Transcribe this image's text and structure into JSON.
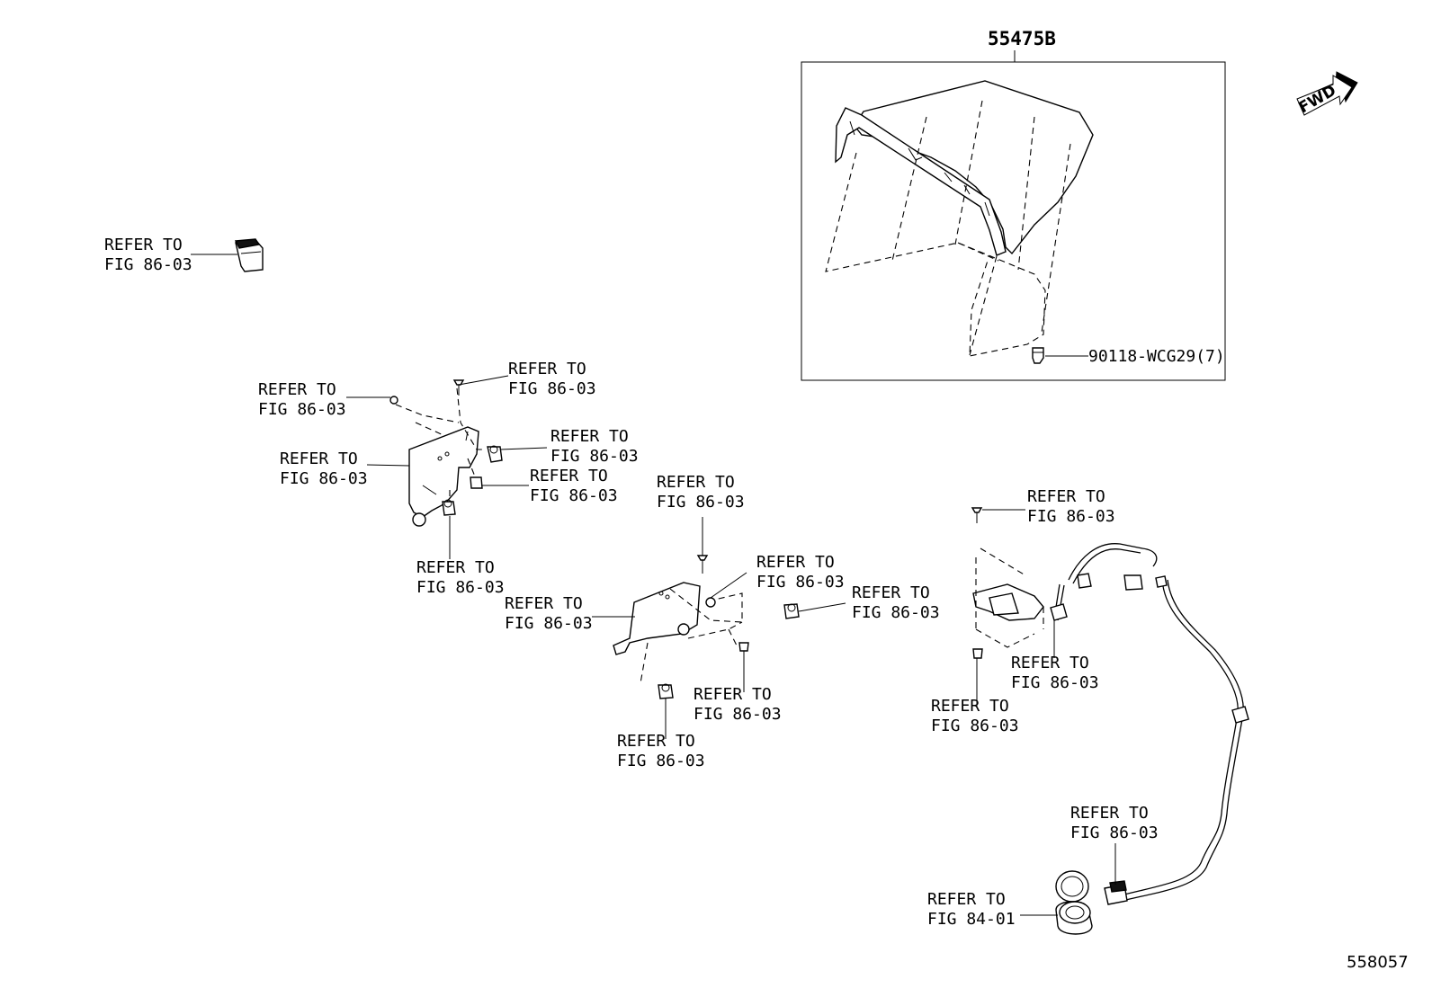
{
  "top_part_number": "55475B",
  "fastener_part_number": "90118-WCG29(7)",
  "figure_id": "558057",
  "fwd_label": "FWD",
  "callouts": [
    {
      "l1": "REFER TO",
      "l2": "FIG 86-03"
    },
    {
      "l1": "REFER TO",
      "l2": "FIG 86-03"
    },
    {
      "l1": "REFER TO",
      "l2": "FIG 86-03"
    },
    {
      "l1": "REFER TO",
      "l2": "FIG 86-03"
    },
    {
      "l1": "REFER TO",
      "l2": "FIG 86-03"
    },
    {
      "l1": "REFER TO",
      "l2": "FIG 86-03"
    },
    {
      "l1": "REFER TO",
      "l2": "FIG 86-03"
    },
    {
      "l1": "REFER TO",
      "l2": "FIG 86-03"
    },
    {
      "l1": "REFER TO",
      "l2": "FIG 86-03"
    },
    {
      "l1": "REFER TO",
      "l2": "FIG 86-03"
    },
    {
      "l1": "REFER TO",
      "l2": "FIG 86-03"
    },
    {
      "l1": "REFER TO",
      "l2": "FIG 86-03"
    },
    {
      "l1": "REFER TO",
      "l2": "FIG 86-03"
    },
    {
      "l1": "REFER TO",
      "l2": "FIG 86-03"
    },
    {
      "l1": "REFER TO",
      "l2": "FIG 86-03"
    },
    {
      "l1": "REFER TO",
      "l2": "FIG 86-03"
    },
    {
      "l1": "REFER TO",
      "l2": "FIG 86-03"
    },
    {
      "l1": "REFER TO",
      "l2": "FIG 84-01"
    }
  ]
}
